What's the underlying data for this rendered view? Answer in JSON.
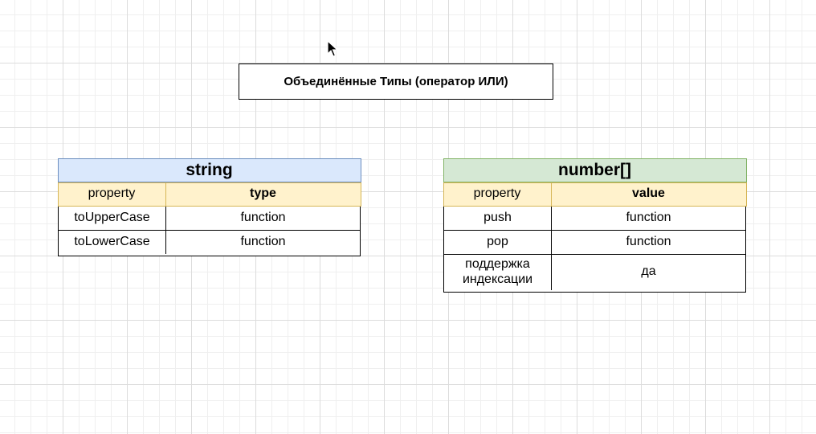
{
  "title": "Объединённые Типы (оператор ИЛИ)",
  "tables": [
    {
      "name": "string",
      "col1": "property",
      "col2": "type",
      "rows": [
        {
          "property": "toUpperCase",
          "value": "function"
        },
        {
          "property": "toLowerCase",
          "value": "function"
        }
      ]
    },
    {
      "name": "number[]",
      "col1": "property",
      "col2": "value",
      "rows": [
        {
          "property": "push",
          "value": "function"
        },
        {
          "property": "pop",
          "value": "function"
        },
        {
          "property": "поддержка индексации",
          "value": "да"
        }
      ]
    }
  ],
  "colors": {
    "string_header": "#dae8fc",
    "number_header": "#d5e8d4",
    "column_header": "#fff2cc"
  },
  "icons": {
    "cursor": "mouse-pointer-icon"
  }
}
